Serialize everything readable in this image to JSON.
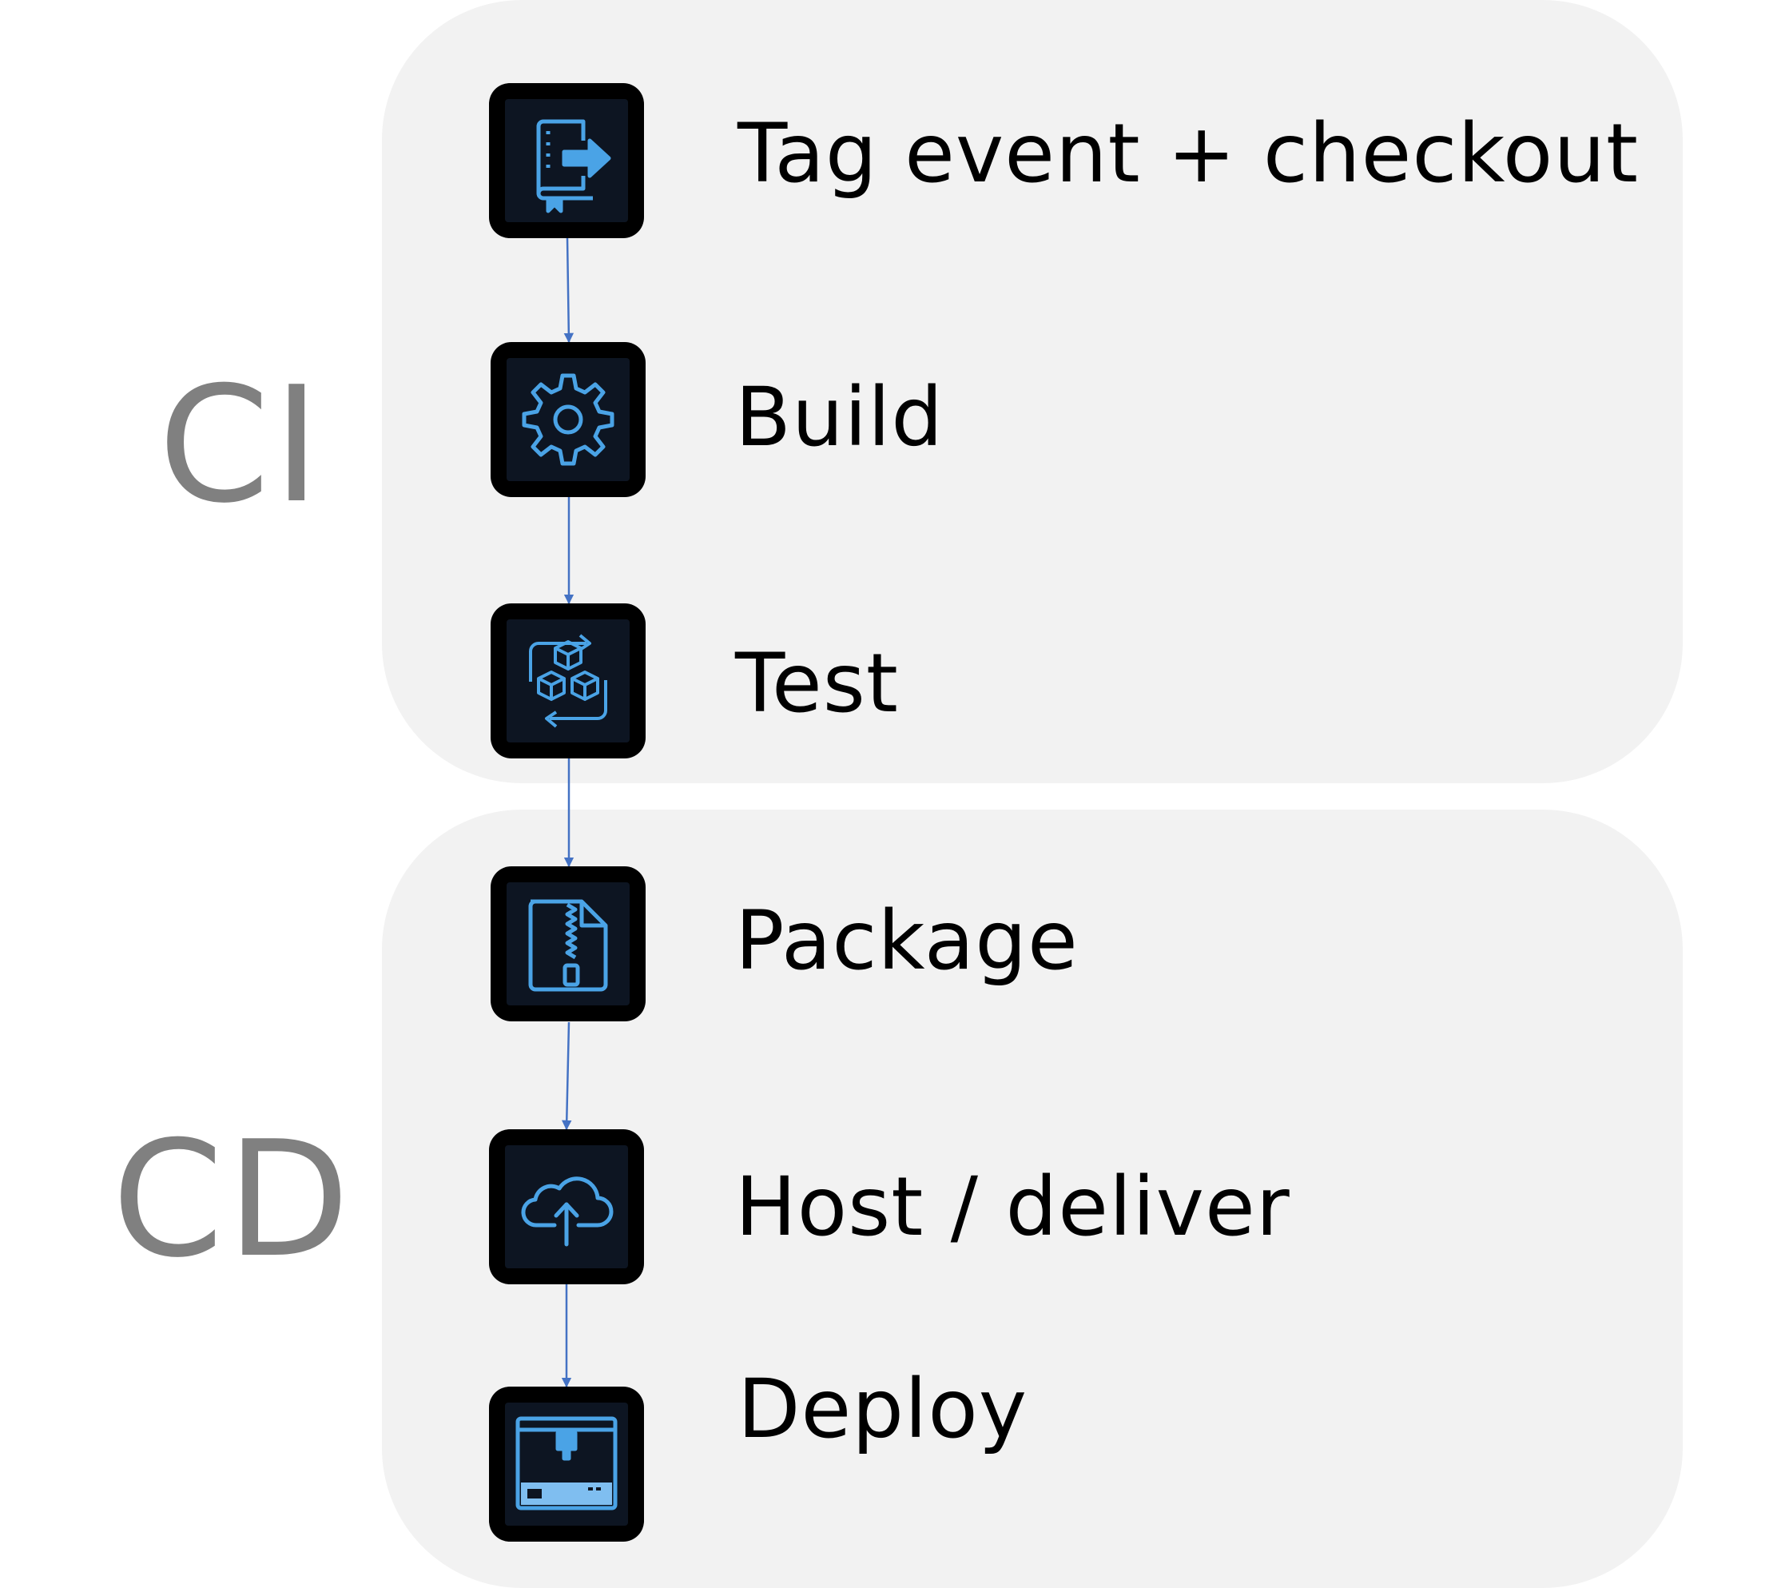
{
  "groups": {
    "ci": {
      "label": "CI"
    },
    "cd": {
      "label": "CD"
    }
  },
  "steps": [
    {
      "label": "Tag event + checkout",
      "icon": "repository-push-icon"
    },
    {
      "label": "Build",
      "icon": "gear-icon"
    },
    {
      "label": "Test",
      "icon": "cubes-cycle-icon"
    },
    {
      "label": "Package",
      "icon": "zip-file-icon"
    },
    {
      "label": "Host / deliver",
      "icon": "cloud-upload-icon"
    },
    {
      "label": "Deploy",
      "icon": "printer-machine-icon"
    }
  ],
  "colors": {
    "panel": "#f2f2f2",
    "group_label": "#808080",
    "icon_tile": "#000000",
    "icon_line": "#4aa3e6",
    "connector": "#4472c4"
  }
}
